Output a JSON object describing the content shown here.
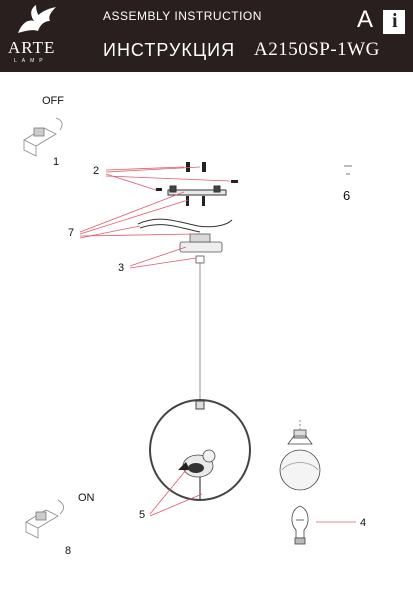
{
  "header": {
    "brand": "ARTE",
    "brand_sub": "LAMP",
    "title_en": "ASSEMBLY INSTRUCTION",
    "title_ru": "ИНСТРУКЦИЯ",
    "model": "A2150SP-1WG",
    "badge_letter": "A",
    "info_letter": "i"
  },
  "switch_labels": {
    "off": "OFF",
    "on": "ON"
  },
  "callouts": {
    "n1": "1",
    "n2": "2",
    "n3": "3",
    "n4": "4",
    "n5": "5",
    "n6": "6",
    "n7": "7",
    "n8": "8"
  },
  "colors": {
    "header_bg": "#2a1f1f",
    "leader_red": "#e05a6a",
    "line": "#555555"
  }
}
